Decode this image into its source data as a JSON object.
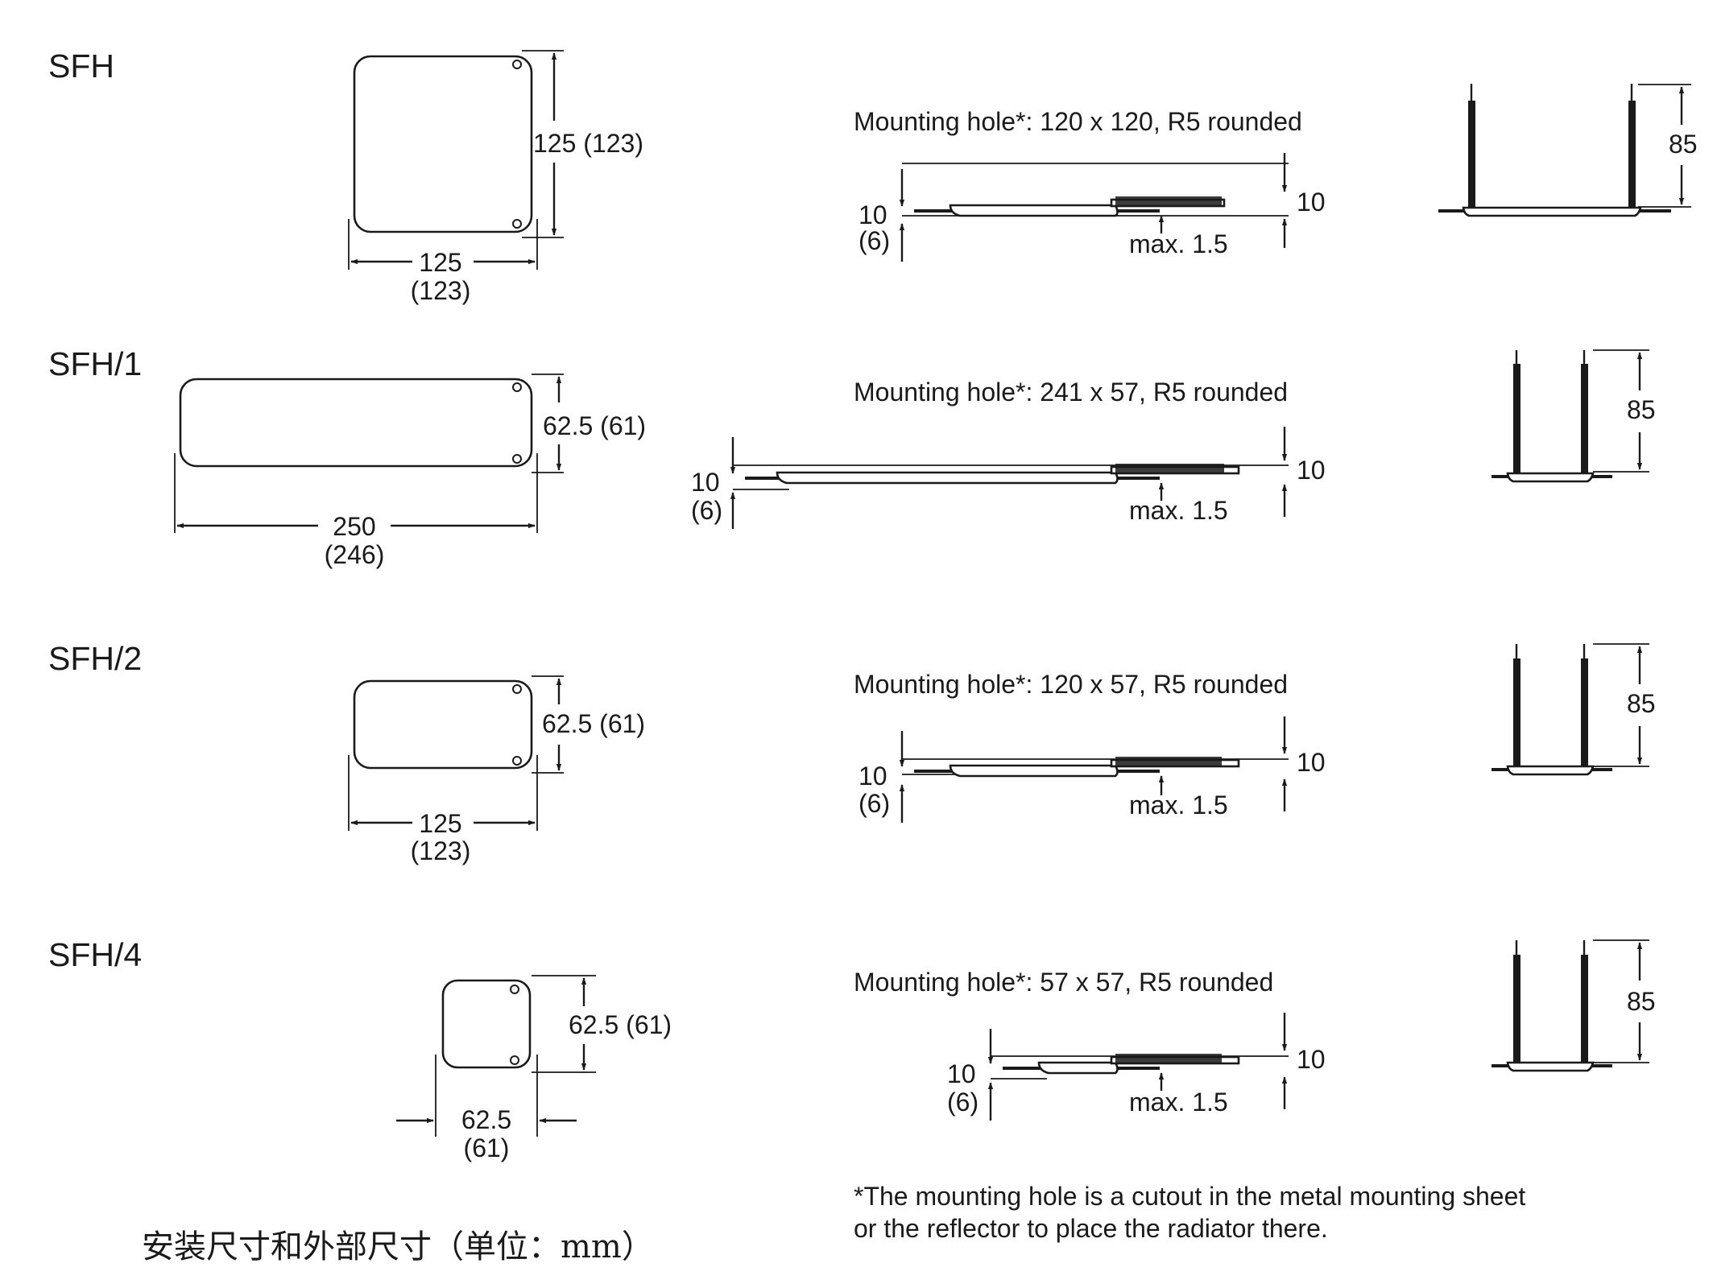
{
  "models": [
    {
      "name": "SFH",
      "width": "125",
      "width_inner": "(123)",
      "height": "125 (123)",
      "mounting_hole": "Mounting hole*: 120 x 120, R5 rounded",
      "dim_left_top": "10",
      "dim_left_bottom": "(6)",
      "dim_right": "10",
      "dim_max": "max. 1.5",
      "terminal_height": "85"
    },
    {
      "name": "SFH/1",
      "width": "250",
      "width_inner": "(246)",
      "height": "62.5 (61)",
      "mounting_hole": "Mounting hole*: 241 x 57, R5 rounded",
      "dim_left_top": "10",
      "dim_left_bottom": "(6)",
      "dim_right": "10",
      "dim_max": "max. 1.5",
      "terminal_height": "85"
    },
    {
      "name": "SFH/2",
      "width": "125",
      "width_inner": "(123)",
      "height": "62.5 (61)",
      "mounting_hole": "Mounting hole*: 120 x 57, R5 rounded",
      "dim_left_top": "10",
      "dim_left_bottom": "(6)",
      "dim_right": "10",
      "dim_max": "max. 1.5",
      "terminal_height": "85"
    },
    {
      "name": "SFH/4",
      "width": "62.5",
      "width_inner": "(61)",
      "height": "62.5 (61)",
      "mounting_hole": "Mounting hole*: 57 x 57, R5 rounded",
      "dim_left_top": "10",
      "dim_left_bottom": "(6)",
      "dim_right": "10",
      "dim_max": "max. 1.5",
      "terminal_height": "85"
    }
  ],
  "footnote": {
    "line1": "*The mounting hole is a cutout in the metal mounting sheet",
    "line2": "or the reflector to place the radiator there."
  },
  "caption": "安装尺寸和外部尺寸（单位：mm）"
}
